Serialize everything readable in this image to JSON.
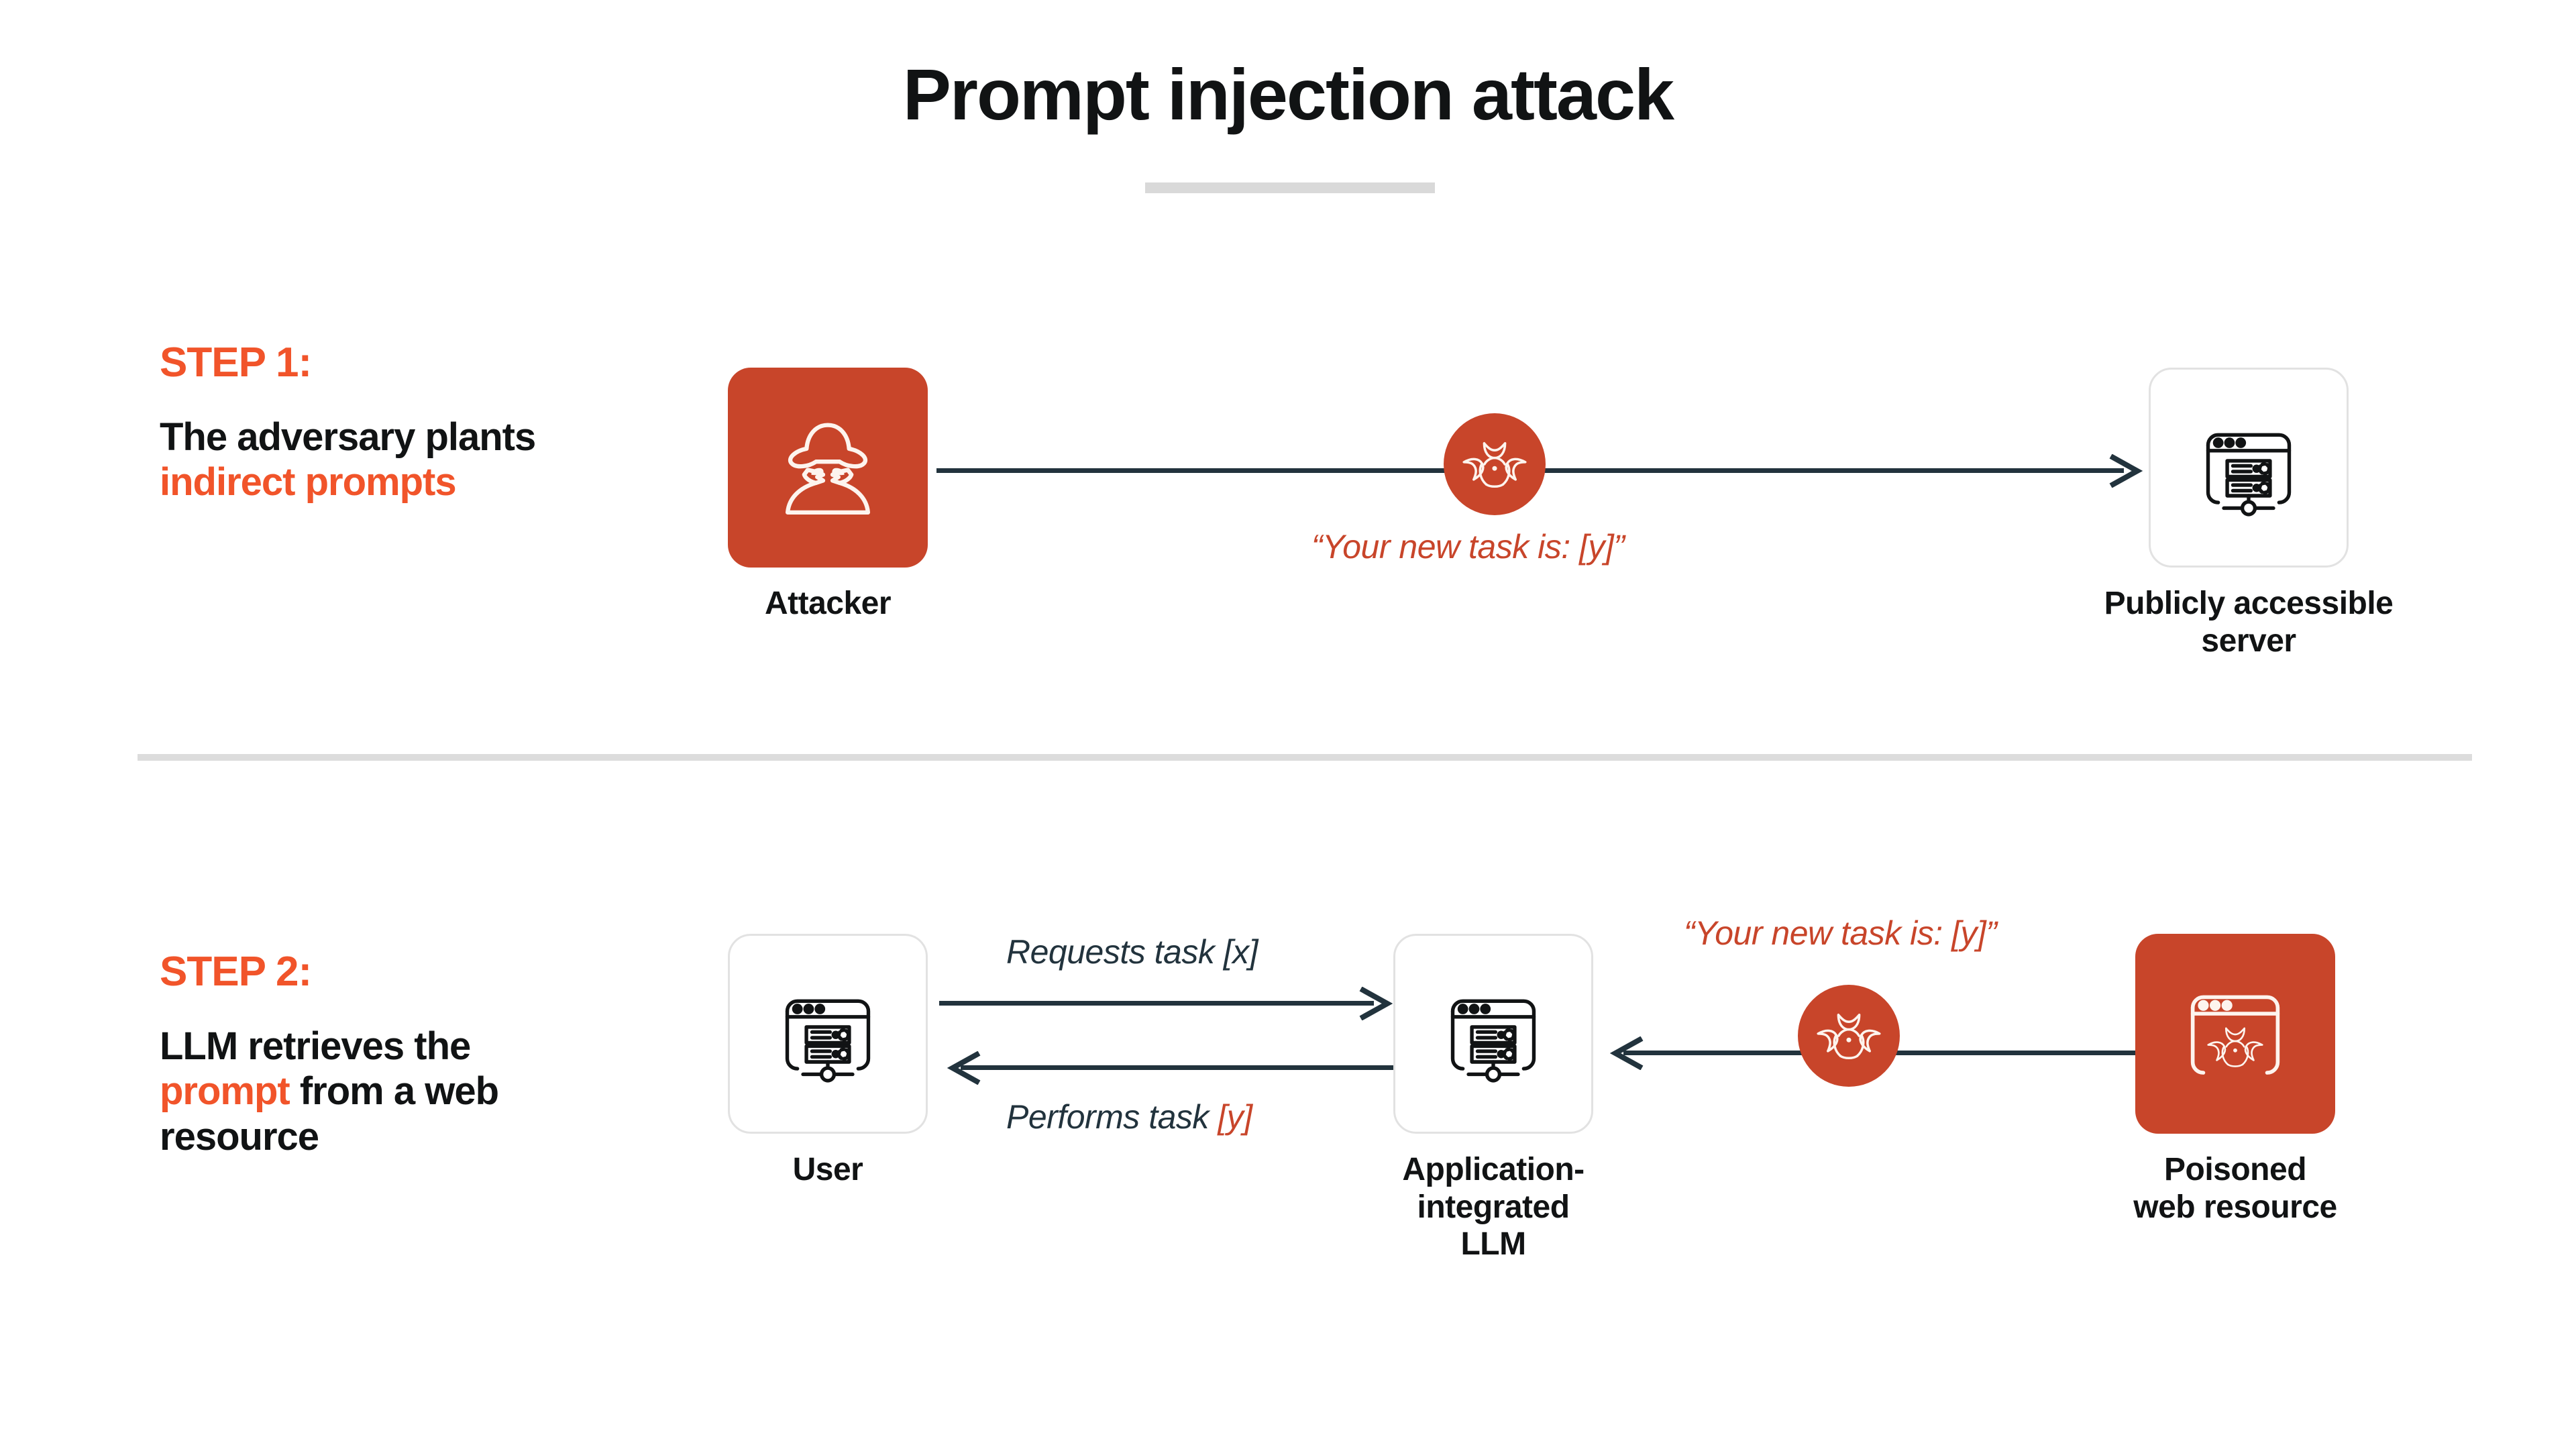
{
  "title": "Prompt injection attack",
  "colors": {
    "accent_orange": "#f1542a",
    "icon_orange": "#c8452a",
    "arrow_dark": "#22333d",
    "divider_gray": "#dcdcdc",
    "text_black": "#111314"
  },
  "steps": [
    {
      "kicker": "STEP 1:",
      "desc_part1": "The adversary plants ",
      "desc_highlight": "indirect prompts"
    },
    {
      "kicker": "STEP 2:",
      "desc_part1": "LLM retrieves the ",
      "desc_highlight": "prompt",
      "desc_part2": " from a web resource"
    }
  ],
  "nodes": {
    "attacker": {
      "label": "Attacker",
      "icon": "spy-hacker-icon"
    },
    "server": {
      "label_line1": "Publicly accessible",
      "label_line2": "server",
      "icon": "web-server-icon"
    },
    "user": {
      "label": "User",
      "icon": "web-server-icon"
    },
    "llm": {
      "label_line1": "Application-",
      "label_line2": "integrated",
      "label_line3": "LLM",
      "icon": "web-server-icon"
    },
    "poisoned": {
      "label_line1": "Poisoned",
      "label_line2": "web resource",
      "icon": "poisoned-browser-icon"
    }
  },
  "flow_labels": {
    "inject_step1": "“Your new task is: [y]”",
    "inject_step2": "“Your new task is: [y]”",
    "requests_task": "Requests task [x]",
    "performs_task_prefix": "Performs task ",
    "performs_task_suffix": "[y]"
  },
  "chart_data": {
    "type": "diagram",
    "title": "Prompt injection attack",
    "flow_direction": "left-to-right",
    "steps": [
      {
        "step": 1,
        "caption": "The adversary plants indirect prompts",
        "nodes": [
          "Attacker",
          "Publicly accessible server"
        ],
        "edges": [
          {
            "from": "Attacker",
            "to": "Publicly accessible server",
            "label": "“Your new task is: [y]”",
            "badge": "biohazard"
          }
        ]
      },
      {
        "step": 2,
        "caption": "LLM retrieves the prompt from a web resource",
        "nodes": [
          "User",
          "Application-integrated LLM",
          "Poisoned web resource"
        ],
        "edges": [
          {
            "from": "User",
            "to": "Application-integrated LLM",
            "label": "Requests task [x]"
          },
          {
            "from": "Application-integrated LLM",
            "to": "User",
            "label": "Performs task [y]"
          },
          {
            "from": "Poisoned web resource",
            "to": "Application-integrated LLM",
            "label": "“Your new task is: [y]”",
            "badge": "biohazard"
          }
        ]
      }
    ]
  }
}
